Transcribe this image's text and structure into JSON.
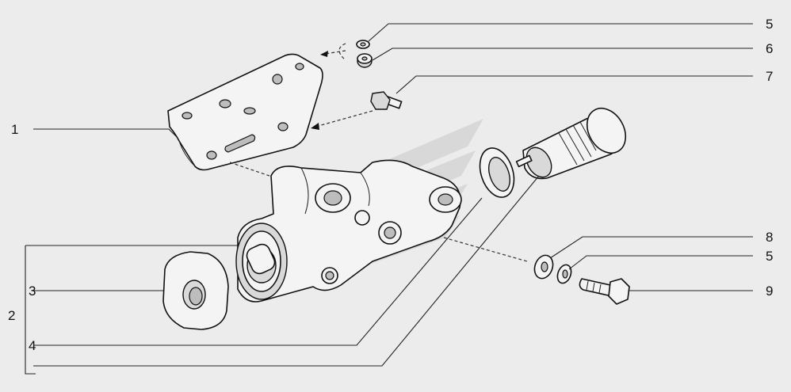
{
  "callouts": {
    "c1": "1",
    "c2": "2",
    "c3": "3",
    "c4": "4",
    "c5a": "5",
    "c6": "6",
    "c7": "7",
    "c8": "8",
    "c5b": "5",
    "c9": "9"
  },
  "colors": {
    "background": "#ececec",
    "line": "#111111",
    "watermark": "#c8c8c8"
  }
}
